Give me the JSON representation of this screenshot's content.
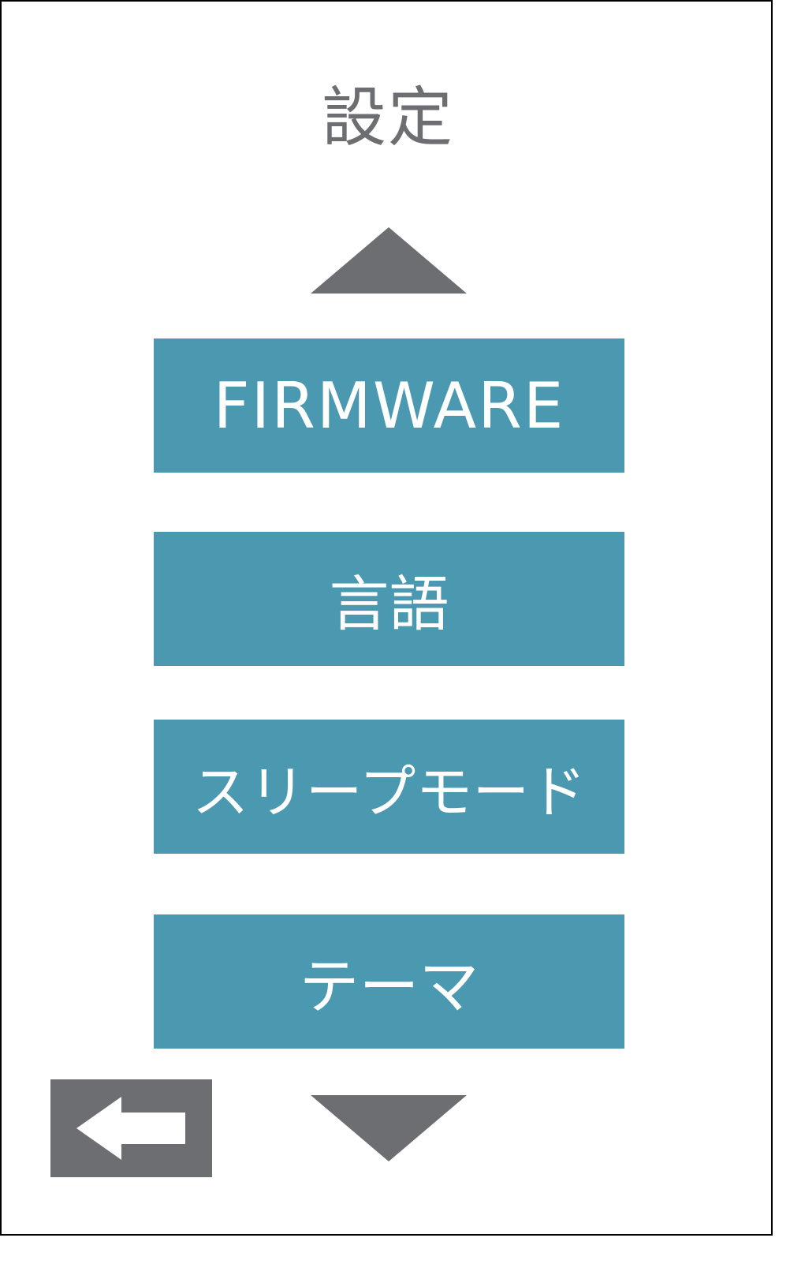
{
  "screen": {
    "title": "設定"
  },
  "menu": {
    "items": [
      {
        "label": "FIRMWARE"
      },
      {
        "label": "言語"
      },
      {
        "label": "スリープモード"
      },
      {
        "label": "テーマ"
      }
    ]
  },
  "icons": {
    "scroll_up": "triangle-up-icon",
    "scroll_down": "triangle-down-icon",
    "back": "arrow-left-icon"
  },
  "colors": {
    "button_bg": "#4a99b1",
    "button_text": "#ffffff",
    "icon_gray": "#6d6e71",
    "title_text": "#6d6e71",
    "border": "#000000",
    "background": "#ffffff"
  }
}
